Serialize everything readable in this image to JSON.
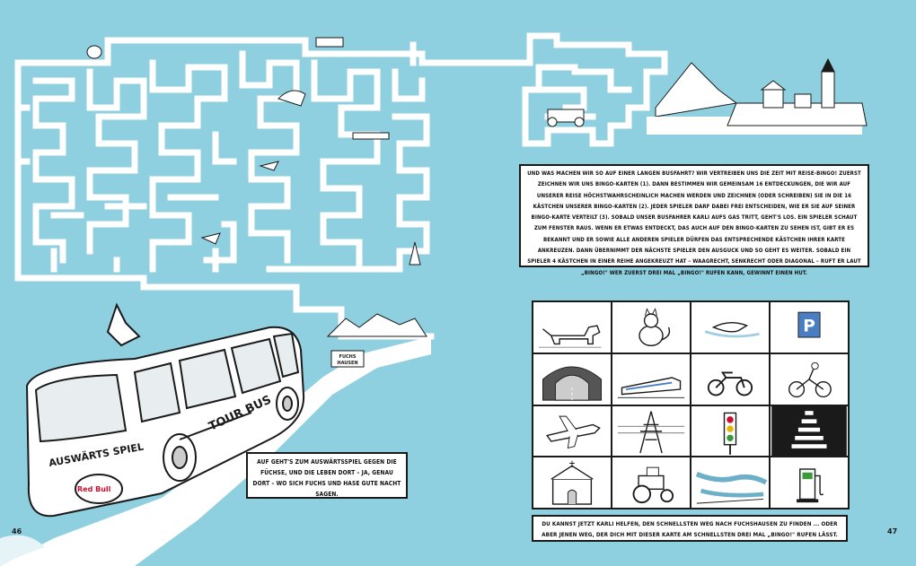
{
  "story_text": "Und was machen wir so auf einer langen Busfahrt? Wir vertreiben uns die Zeit mit Reise-Bingo! Zuerst zeichnen wir uns Bingo-Karten (1). Dann bestimmen wir gemeinsam 16 Entdeckungen, die wir auf unserer Reise höchstwahrscheinlich machen werden und zeichnen (oder schreiben) sie in die 16 Kästchen unserer Bingo-Karten (2). Jeder Spieler darf dabei frei entscheiden, wie er sie auf seiner Bingo-Karte verteilt (3). Sobald unser Busfahrer Karli aufs Gas tritt, geht's los. Ein Spieler schaut zum Fenster raus. Wenn er etwas entdeckt, das auch auf den Bingo-Karten zu sehen ist, gibt er es bekannt und er sowie alle anderen Spieler dürfen das entsprechende Kästchen ihrer Karte ankreuzen. Dann übernimmt der nächste Spieler den Ausguck und so geht es weiter. Sobald ein Spieler 4 Kästchen in einer Reihe angekreuzt hat – waagrecht, senkrecht oder diagonal – ruft er laut „Bingo!\" Wer zuerst drei Mal „Bingo!\" rufen kann, gewinnt einen Hut.",
  "caption_text": "Auf geht's zum Auswärtsspiel gegen die Füchse, und die leben dort – ja, genau dort – wo sich Fuchs und Hase gute Nacht sagen.",
  "bottom_text": "Du kannst jetzt Karli helfen, den schnellsten Weg nach Fuchshausen zu finden ... oder aber jenen Weg, der dich mit dieser Karte am schnellsten drei Mal „Bingo!\" rufen lässt.",
  "page_left": "46",
  "page_right": "47",
  "sign_fuchshausen": "FUCHS HAUSEN",
  "bus_text_1": "AUSWÄRTS SPIEL",
  "bus_text_2": "TOUR BUS",
  "bus_logo": "Red Bull",
  "bingo_cells": [
    {
      "icon": "dog-icon"
    },
    {
      "icon": "cat-icon"
    },
    {
      "icon": "bird-icon"
    },
    {
      "icon": "parking-sign-icon",
      "label": "P"
    },
    {
      "icon": "tunnel-icon"
    },
    {
      "icon": "train-icon"
    },
    {
      "icon": "motorcycle-icon"
    },
    {
      "icon": "cyclist-icon"
    },
    {
      "icon": "airplane-icon"
    },
    {
      "icon": "power-pylon-icon"
    },
    {
      "icon": "traffic-light-icon"
    },
    {
      "icon": "crosswalk-icon"
    },
    {
      "icon": "church-icon"
    },
    {
      "icon": "tractor-icon"
    },
    {
      "icon": "river-icon"
    },
    {
      "icon": "fuel-pump-icon"
    }
  ],
  "colors": {
    "background": "#8ecfe0",
    "path": "#ffffff",
    "ink": "#1a1a1a",
    "parking": "#4a7ec2"
  }
}
